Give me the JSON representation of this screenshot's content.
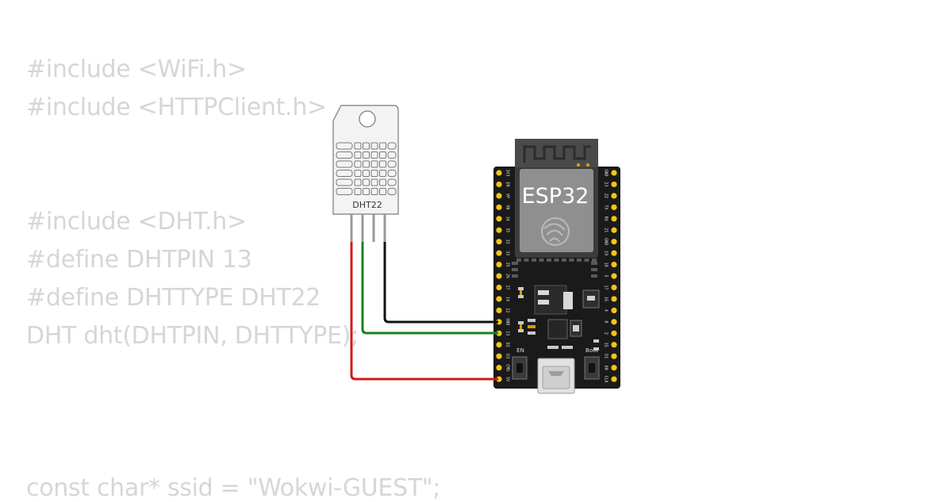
{
  "code_lines": [
    "#include <WiFi.h>",
    "#include <HTTPClient.h>",
    "#include <DHT.h>",
    "#define DHTPIN 13",
    "#define DHTTYPE DHT22",
    "DHT dht(DHTPIN, DHTTYPE);",
    "const char* ssid = \"Wokwi-GUEST\";"
  ],
  "sensor": {
    "label": "DHT22"
  },
  "board": {
    "label": "ESP32",
    "left_pins": [
      "3V3",
      "EN",
      "VP",
      "VN",
      "34",
      "35",
      "32",
      "33",
      "25",
      "26",
      "27",
      "14",
      "12",
      "GND",
      "13",
      "D2",
      "D3",
      "CMD",
      "5V"
    ],
    "right_pins": [
      "GND",
      "23",
      "22",
      "TX",
      "RX",
      "21",
      "GND",
      "19",
      "18",
      "5",
      "17",
      "16",
      "4",
      "0",
      "2",
      "15",
      "D1",
      "D0",
      "CLK"
    ],
    "buttons": {
      "en": "EN",
      "boot": "Boot"
    }
  },
  "colors": {
    "vcc_wire": "#d01b1b",
    "data_wire": "#17821f",
    "gnd_wire": "#111111",
    "code_text": "#d6d6d6",
    "board": "#1a1a1a",
    "pin_header": "#f2c618"
  }
}
